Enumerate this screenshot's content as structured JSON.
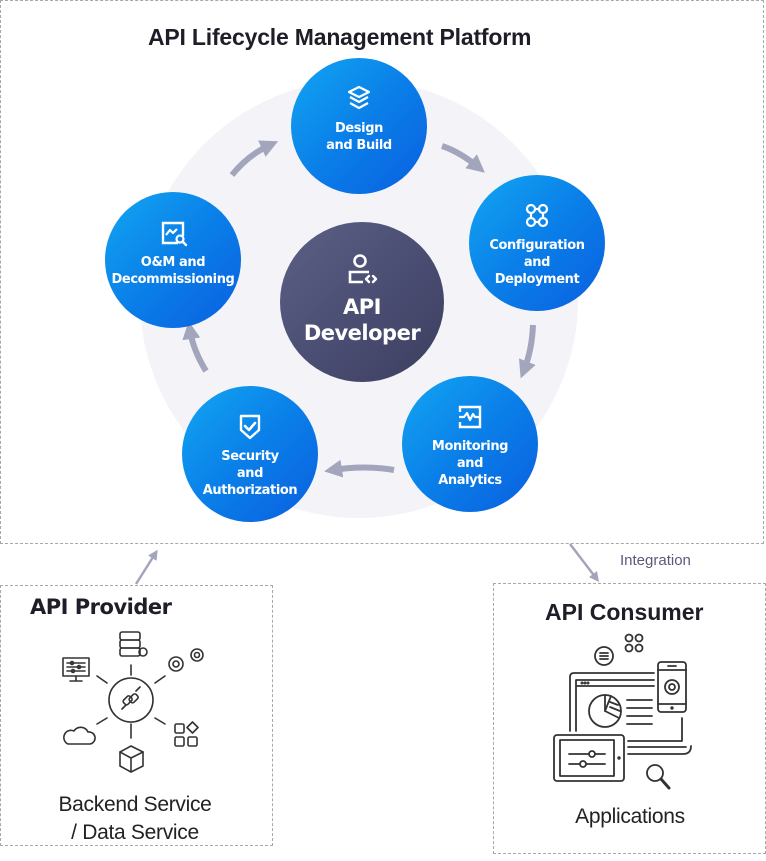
{
  "platform": {
    "title": "API Lifecycle Management Platform",
    "center": {
      "label": "API\nDeveloper",
      "icon": "developer-code-icon",
      "color": "#4a4d72"
    },
    "stages": [
      {
        "id": "design",
        "label": "Design\nand Build",
        "icon": "layers-icon"
      },
      {
        "id": "config",
        "label": "Configuration\nand\nDeployment",
        "icon": "nodes-icon"
      },
      {
        "id": "monitor",
        "label": "Monitoring\nand\nAnalytics",
        "icon": "pulse-monitor-icon"
      },
      {
        "id": "security",
        "label": "Security\nand\nAuthorization",
        "icon": "shield-check-icon"
      },
      {
        "id": "om",
        "label": "O&M and\nDecommissioning",
        "icon": "chart-wrench-icon"
      }
    ],
    "stage_color": "#0a7fe8",
    "arrow_color": "#a3a5bd"
  },
  "provider": {
    "title": "API Provider",
    "caption": "Backend Service\n/ Data Service",
    "icons": [
      "plug-icon",
      "database-icon",
      "gears-icon",
      "apps-icon",
      "cube-icon",
      "cloud-icon",
      "settings-monitor-icon"
    ]
  },
  "consumer": {
    "title": "API Consumer",
    "caption": "Applications",
    "icons": [
      "menu-icon",
      "command-icon",
      "laptop-chart-icon",
      "phone-settings-icon",
      "tablet-sliders-icon",
      "search-icon"
    ]
  },
  "connections": {
    "integration_label": "Integration"
  }
}
